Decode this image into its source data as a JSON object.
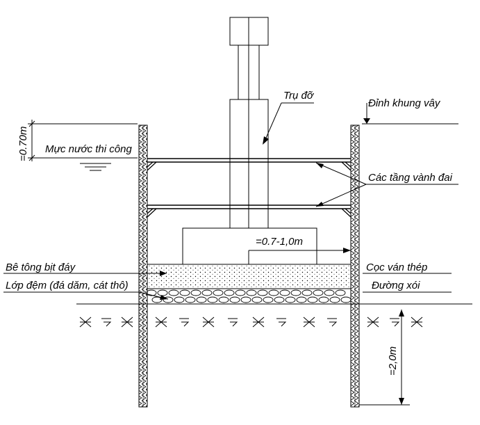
{
  "labels": {
    "tru_do": "Trụ đỡ",
    "dinh_khung_vay": "Đỉnh khung vây",
    "muc_nuoc": "Mực nước thi công",
    "cac_tang_vanh_dai": "Các tầng vành đai",
    "offset": "=0.7-1,0m",
    "be_tong": "Bê tông bịt đáy",
    "lop_dem": "Lớp đệm (đá dăm, cát thô)",
    "coc_van_thep": "Cọc ván thép",
    "duong_xoi": "Đường xói",
    "dim_070": "=0.70m",
    "dim_20": "=2,0m"
  }
}
